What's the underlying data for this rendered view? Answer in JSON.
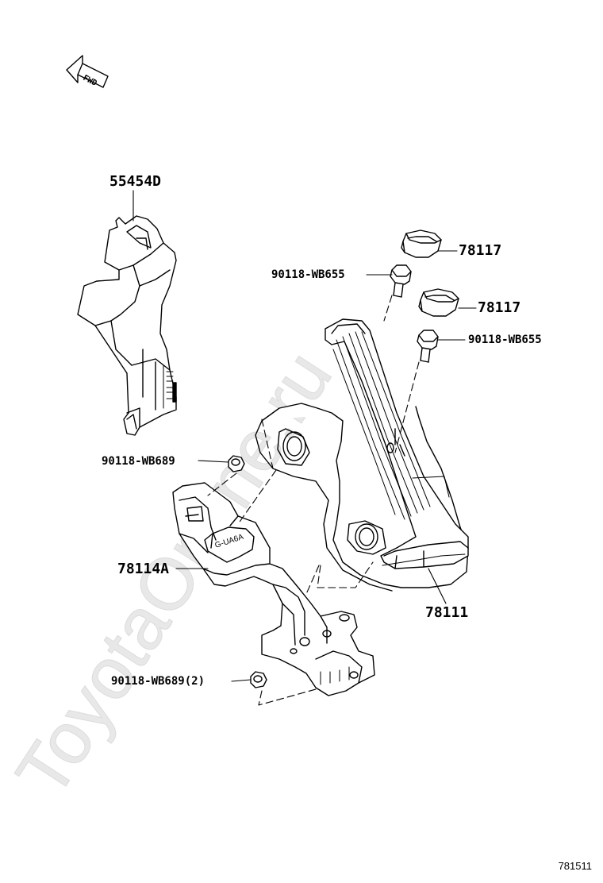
{
  "diagram": {
    "fwd_label": "FWD",
    "watermark": "ToyotaOnline.ru",
    "stamp_text": "G-UA6A",
    "reference_code": "781511",
    "callouts": [
      {
        "id": "c-55454D",
        "text": "55454D"
      },
      {
        "id": "c-78117-a",
        "text": "78117"
      },
      {
        "id": "c-90118-wb655-a",
        "text": "90118-WB655"
      },
      {
        "id": "c-78117-b",
        "text": "78117"
      },
      {
        "id": "c-90118-wb655-b",
        "text": "90118-WB655"
      },
      {
        "id": "c-90118-wb689",
        "text": "90118-WB689"
      },
      {
        "id": "c-78114A",
        "text": "78114A"
      },
      {
        "id": "c-78111",
        "text": "78111"
      },
      {
        "id": "c-90118-wb689-2",
        "text": "90118-WB689(2)"
      }
    ]
  },
  "colors": {
    "line": "#000000",
    "watermark": "#e6e6e6",
    "fill": "#ffffff"
  }
}
